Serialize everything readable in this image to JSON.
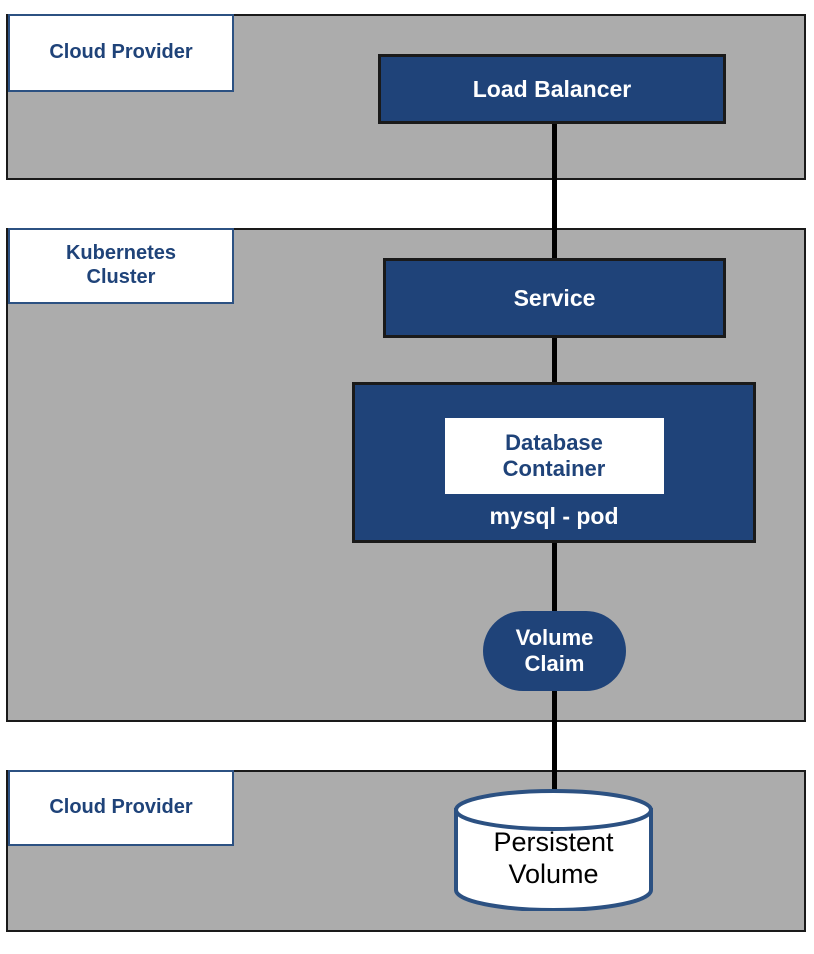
{
  "colors": {
    "zone_fill": "#ACACAC",
    "zone_border": "#1a1a1a",
    "node_fill": "#1F4379",
    "node_border": "#1a1a1a",
    "label_border": "#2C5182",
    "label_text": "#1F4379",
    "node_text": "#ffffff",
    "connector": "#000000",
    "cylinder_stroke": "#2C5182",
    "cylinder_fill": "#ffffff",
    "cylinder_text": "#000000"
  },
  "zones": {
    "cloud_top": {
      "label": "Cloud Provider"
    },
    "kubernetes": {
      "label": "Kubernetes Cluster",
      "label_line1": "Kubernetes",
      "label_line2": "Cluster"
    },
    "cloud_bottom": {
      "label": "Cloud Provider"
    }
  },
  "nodes": {
    "load_balancer": {
      "label": "Load Balancer",
      "shape": "rectangle",
      "zone": "cloud_top"
    },
    "service": {
      "label": "Service",
      "shape": "rectangle",
      "zone": "kubernetes"
    },
    "pod": {
      "name_label": "mysql - pod",
      "container_label": "Database Container",
      "container_line1": "Database",
      "container_line2": "Container",
      "shape": "rectangle",
      "zone": "kubernetes"
    },
    "volume_claim": {
      "label": "Volume Claim",
      "line1": "Volume",
      "line2": "Claim",
      "shape": "rounded-rectangle",
      "zone": "kubernetes"
    },
    "persistent_volume": {
      "label": "Persistent Volume",
      "line1": "Persistent",
      "line2": "Volume",
      "shape": "cylinder",
      "zone": "cloud_bottom"
    }
  },
  "connections": [
    {
      "from": "load_balancer",
      "to": "service"
    },
    {
      "from": "service",
      "to": "pod"
    },
    {
      "from": "pod",
      "to": "volume_claim"
    },
    {
      "from": "volume_claim",
      "to": "persistent_volume"
    }
  ]
}
